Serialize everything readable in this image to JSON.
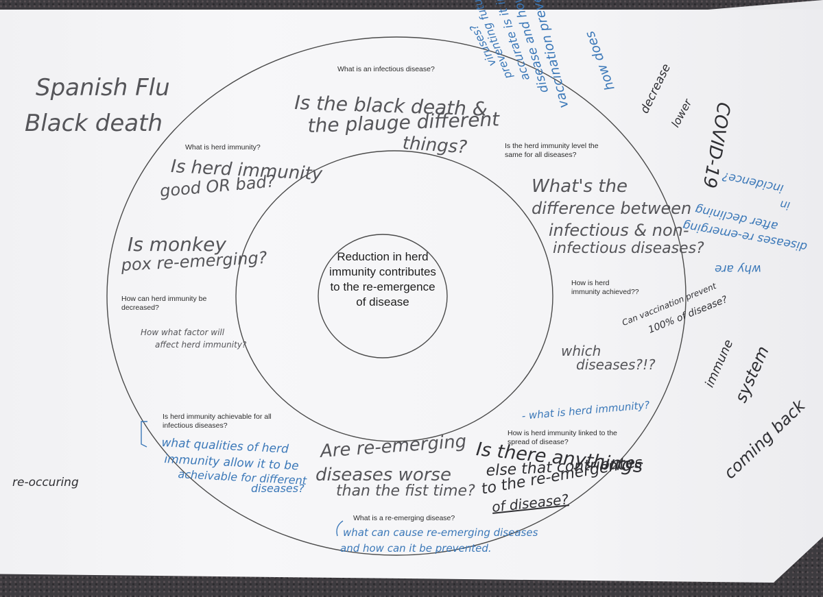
{
  "center": {
    "text": "Reduction in herd immunity contributes to the re-emergence of disease"
  },
  "printed_questions": {
    "infectious_disease": "What is an infectious disease?",
    "herd_immunity": "What is herd immunity?",
    "same_level": "Is the herd immunity level the same for all diseases?",
    "achieved": "How is herd immunity achieved??",
    "decreased": "How can herd immunity be decreased?",
    "achievable": "Is herd immunity achievable for all infectious diseases?",
    "linked_spread": "How is herd immunity linked to the spread of disease?",
    "re_emerging": "What is a re-emerging disease?"
  },
  "handwritten": {
    "spanish_flu": "Spanish Flu",
    "black_death": "Black death",
    "black_death_plague_1": "Is the black death &",
    "black_death_plague_2": "the plauge different",
    "black_death_plague_3": "things?",
    "herd_good_bad_1": "Is herd immunity",
    "herd_good_bad_2": "good OR bad?",
    "monkey_pox_1": "Is monkey",
    "monkey_pox_2": "pox re-emerging?",
    "whats_difference_1": "What's the",
    "whats_difference_2": "difference between",
    "whats_difference_3": "infectious & non-",
    "whats_difference_4": "infectious diseases?",
    "factor_1": "How what factor will",
    "factor_2": "affect herd immunity?",
    "vaccination_prevent_1": "Can vaccination prevent",
    "vaccination_prevent_2": "100% of disease?",
    "which_diseases_1": "which",
    "which_diseases_2": "diseases?!?",
    "qualities_1": "what qualities of herd",
    "qualities_2": "immunity allow it to be",
    "qualities_3": "acheivable for different",
    "qualities_4": "diseases?",
    "re_emerging_worse_1": "Are re-emerging",
    "re_emerging_worse_2": "diseases worse",
    "re_emerging_worse_3": "than the fist time?",
    "anything_else_1": "Is there anythings",
    "anything_else_2": "else that contributes",
    "anything_else_3": "to the re-emergence",
    "anything_else_4": "of disease?",
    "what_is_herd": "- what is herd immunity?",
    "cause_prevent_1": "what can cause re-emerging diseases",
    "cause_prevent_2": "and how can it be prevented.",
    "re_occuring": "re-occuring",
    "vaccination_how_1": "how does",
    "vaccination_how_2": "vaccination prevent",
    "vaccination_how_3": "disease and how",
    "vaccination_how_4": "accurate is it in",
    "vaccination_how_5": "preventing future",
    "vaccination_how_6": "viruses?",
    "decrease": "decrease",
    "lower": "lower",
    "covid": "COVID-19",
    "why_diseases_1": "why are",
    "why_diseases_2": "diseases re-emerging",
    "why_diseases_3": "after declining",
    "why_diseases_4": "in",
    "why_diseases_5": "incidence?",
    "immune_1": "immune",
    "immune_2": "system",
    "coming_back": "coming back"
  }
}
